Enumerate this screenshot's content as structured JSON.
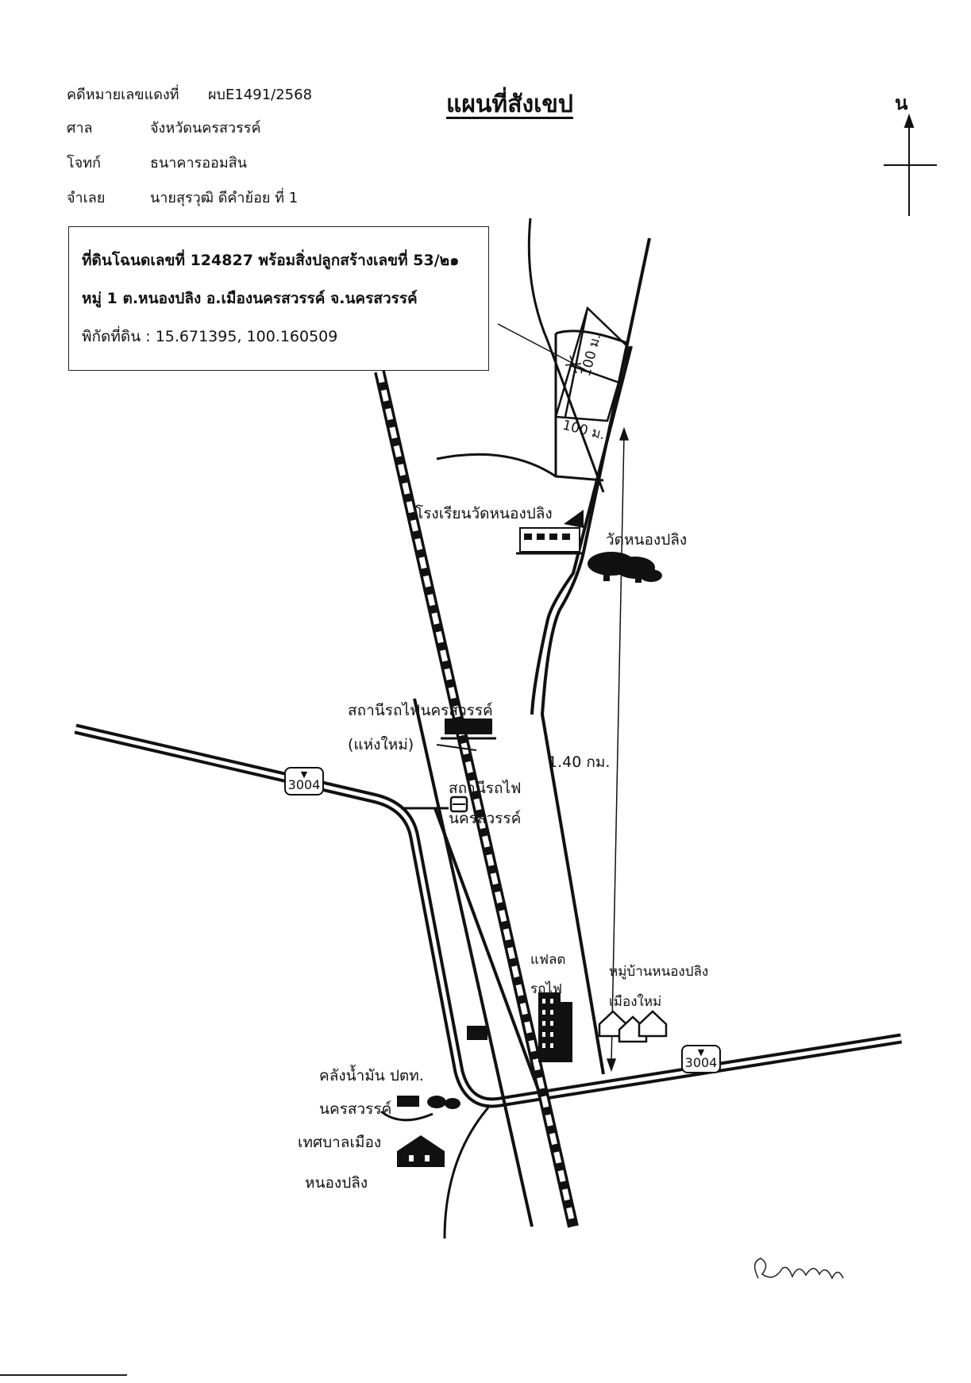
{
  "header": {
    "case_label": "คดีหมายเลขแดงที่",
    "case_value": "ผบE1491/2568",
    "court_label": "ศาล",
    "court_value": "จังหวัดนครสวรรค์",
    "plaintiff_label": "โจทก์",
    "plaintiff_value": "ธนาคารออมสิน",
    "defendant_label": "จำเลย",
    "defendant_value": "นายสุรวุฒิ   ดีคำย้อย  ที่ 1"
  },
  "title": "แผนที่สังเขป",
  "north_label": "น",
  "info_box": {
    "line1": "ที่ดินโฉนดเลขที่ 124827  พร้อมสิ่งปลูกสร้างเลขที่ 53/๒๑",
    "line2": "หมู่ 1 ต.หนองปลิง  อ.เมืองนครสวรรค์  จ.นครสวรรค์",
    "line3": "พิกัดที่ดิน : 15.671395, 100.160509"
  },
  "map_labels": {
    "dim_100_vertical": "100 ม.",
    "dim_100_horizontal": "100 ม.",
    "school": "โรงเรียนวัดหนองปลิง",
    "temple": "วัดหนองปลิง",
    "new_station_1": "สถานีรถไฟนครสวรรค์",
    "new_station_2": "(แห่งใหม่)",
    "distance": "1.40 กม.",
    "old_station_1": "สถานีรถไฟ",
    "old_station_2": "นครสวรรค์",
    "flat_1": "แฟลต",
    "flat_2": "รถไฟ",
    "village_1": "หมู่บ้านหนองปลิง",
    "village_2": "เมืองใหม่",
    "oil_1": "คลังน้ำมัน ปตท.",
    "oil_2": "นครสวรรค์",
    "muni_1": "เทศบาลเมือง",
    "muni_2": "หนองปลิง",
    "route_left": "3004",
    "route_right": "3004",
    "signature": "จันทิมา"
  }
}
